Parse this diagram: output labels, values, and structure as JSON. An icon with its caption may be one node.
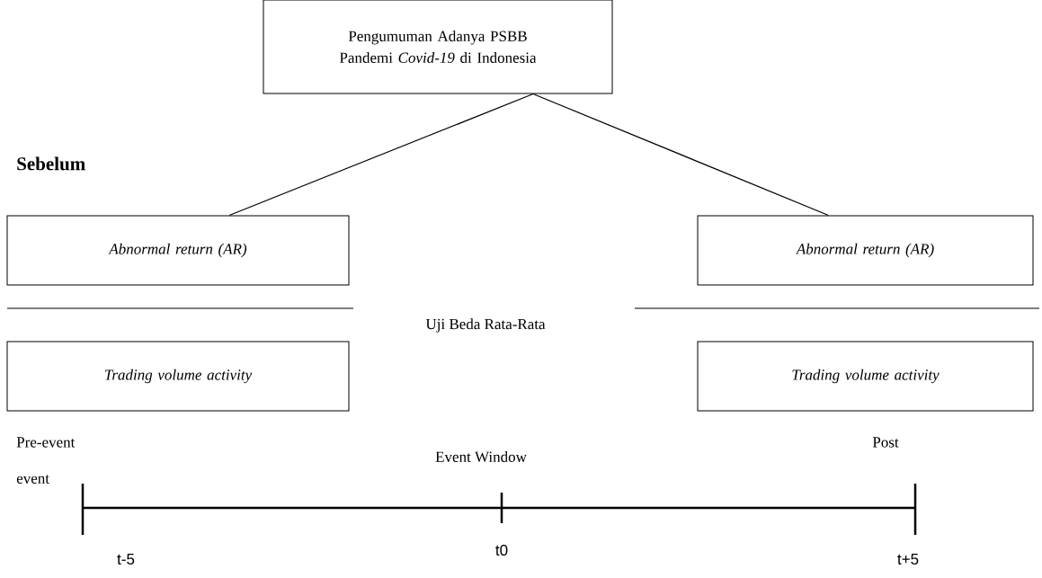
{
  "diagram": {
    "nodes": [
      {
        "text": [
          "Pengumuman Adanya PSBB Pandemi *Covid-19* di Indonesia"
        ]
      },
      {
        "text": [
          "Abnormal return (AR)"
        ]
      },
      {
        "text": [
          "Abnormal return (AR)"
        ]
      },
      {
        "text": [
          "Trading volume activity"
        ]
      },
      {
        "text": [
          "Trading volume activity"
        ]
      }
    ],
    "edges": [
      {
        "from": 0,
        "to": 1,
        "arrow": "none"
      },
      {
        "from": 0,
        "to": 2,
        "arrow": "none"
      }
    ],
    "labels": [
      "Sebelum",
      "Uji Beda Rata-Rata",
      "Pre-event",
      "event",
      "Event Window",
      "Post",
      "t-5",
      "t0",
      "t+5"
    ]
  }
}
